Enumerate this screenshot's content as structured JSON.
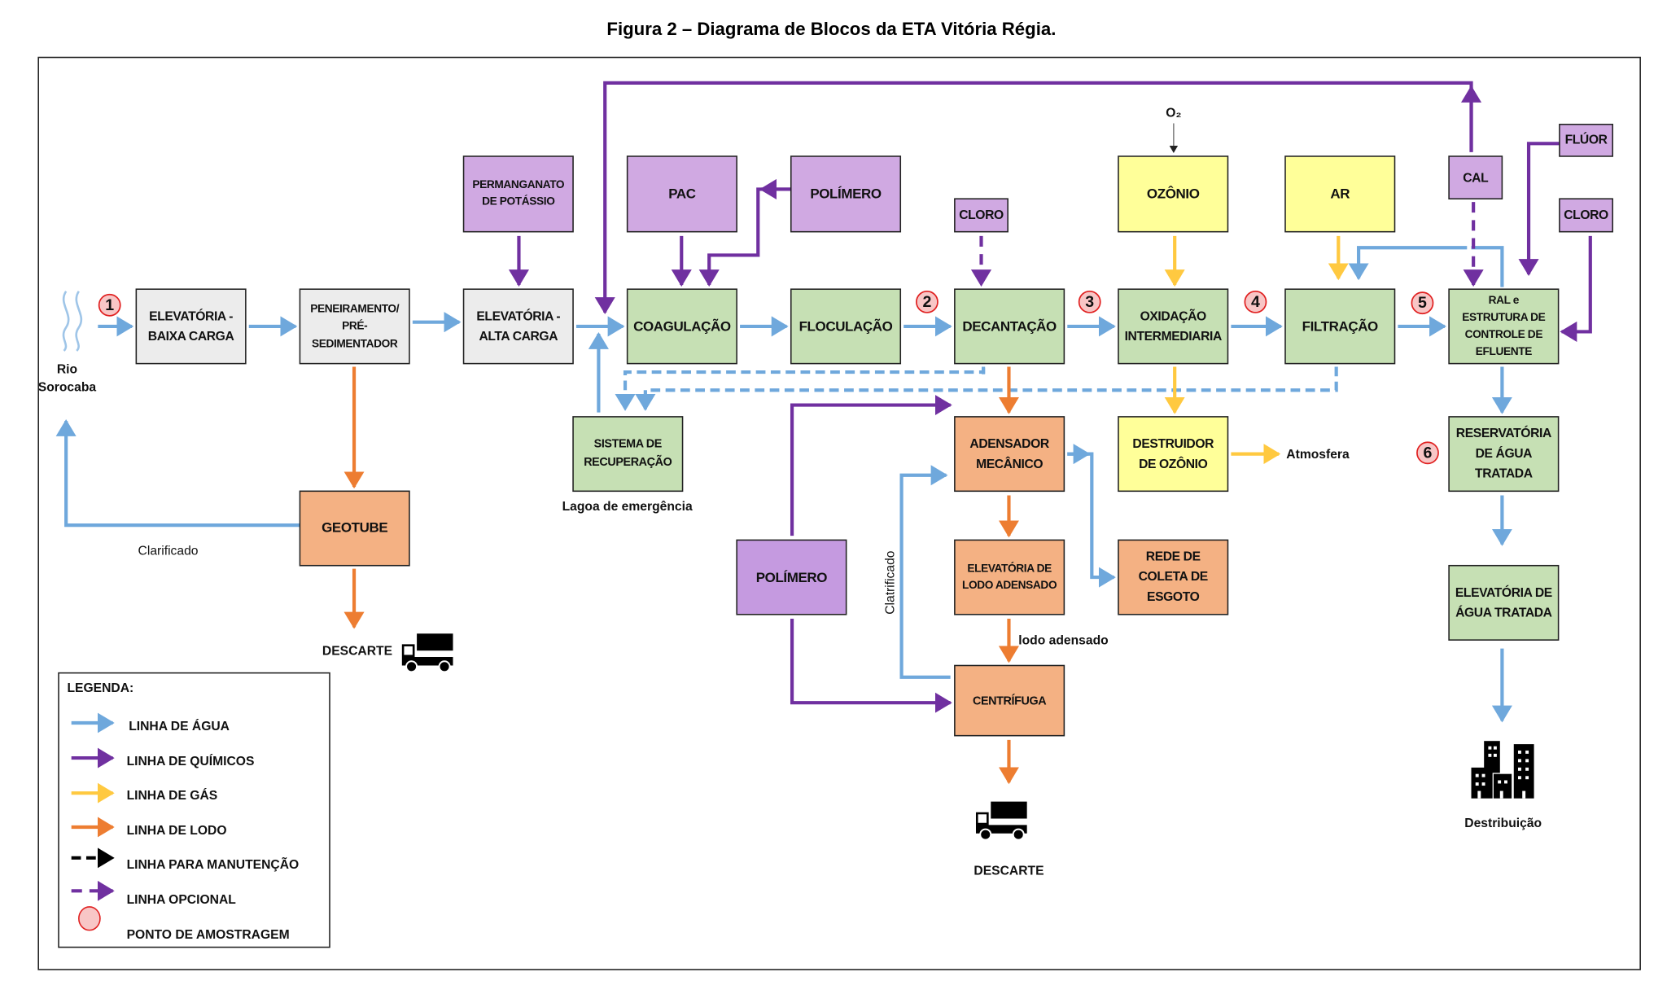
{
  "figure": {
    "title": "Figura 2 – Diagrama de Blocos da ETA Vitória Régia."
  },
  "colors": {
    "water_line": "#6fa8dc",
    "chemical_line": "#7030a0",
    "gas_line": "#ffc940",
    "sludge_line": "#ed7d31",
    "maintenance_line": "#000000",
    "sampling_point_fill": "#f8c6c6",
    "sampling_point_stroke": "#e02020",
    "box_process": "#c6e0b4",
    "box_pumping": "#ececec",
    "box_chemical": "#d0a9e2",
    "box_gas": "#ffff99",
    "box_sludge": "#f4b183"
  },
  "source": {
    "river_label": [
      "Rio",
      "Sorocaba"
    ],
    "river_icon": "water-waves-icon"
  },
  "blocks": {
    "elevatoria_baixa": [
      "ELEVATÓRIA -",
      "BAIXA CARGA"
    ],
    "peneiramento": [
      "PENEIRAMENTO/",
      "PRÉ-",
      "SEDIMENTADOR"
    ],
    "elevatoria_alta": [
      "ELEVATÓRIA -",
      "ALTA CARGA"
    ],
    "permanganato": [
      "PERMANGANATO",
      "DE POTÁSSIO"
    ],
    "pac": "PAC",
    "polimero_top": "POLÍMERO",
    "coagulacao": "COAGULAÇÃO",
    "floculacao": "FLOCULAÇÃO",
    "cloro_decant": "CLORO",
    "decantacao": "DECANTAÇÃO",
    "ozonio": "OZÔNIO",
    "oxidacao": [
      "OXIDAÇÃO",
      "INTERMEDIARIA"
    ],
    "ar": "AR",
    "filtracao": "FILTRAÇÃO",
    "cal": "CAL",
    "fluor": "FLÚOR",
    "cloro_final": "CLORO",
    "ral": [
      "RAL e",
      "ESTRUTURA DE",
      "CONTROLE DE",
      "EFLUENTE"
    ],
    "sistema_recuperacao": [
      "SISTEMA DE",
      "RECUPERAÇÃO"
    ],
    "adensador": [
      "ADENSADOR",
      "MECÂNICO"
    ],
    "destruidor": [
      "DESTRUIDOR",
      "DE OZÔNIO"
    ],
    "reservatorio": [
      "RESERVATÓRIA",
      "DE ÁGUA",
      "TRATADA"
    ],
    "geotube": "GEOTUBE",
    "polimero_bottom": "POLÍMERO",
    "elevatoria_lodo": [
      "ELEVATÓRIA DE",
      "LODO ADENSADO"
    ],
    "rede_coleta": [
      "REDE DE",
      "COLETA DE",
      "ESGOTO"
    ],
    "centrifuga": "CENTRÍFUGA",
    "elevatoria_tratada": [
      "ELEVATÓRIA DE",
      "ÁGUA TRATADA"
    ]
  },
  "annotations": {
    "o2": "O₂",
    "lagoa": "Lagoa de emergência",
    "clarificado_geotube": "Clarificado",
    "clarificado_centrifuga": "Clatrificado",
    "lodo_adensado": "lodo adensado",
    "atmosfera": "Atmosfera",
    "descarte_geotube": "DESCARTE",
    "descarte_centrifuga": "DESCARTE",
    "distribuicao": "Destribuição"
  },
  "sampling_points": [
    "1",
    "2",
    "3",
    "4",
    "5",
    "6"
  ],
  "legend": {
    "title": "LEGENDA:",
    "items": [
      {
        "label": "LINHA DE ÁGUA",
        "style": "water"
      },
      {
        "label": "LINHA DE QUÍMICOS",
        "style": "chemical"
      },
      {
        "label": "LINHA DE GÁS",
        "style": "gas"
      },
      {
        "label": "LINHA DE LODO",
        "style": "sludge"
      },
      {
        "label": "LINHA PARA MANUTENÇÃO",
        "style": "maintenance-dashed"
      },
      {
        "label": "LINHA OPCIONAL",
        "style": "optional-dashed"
      },
      {
        "label": "PONTO DE AMOSTRAGEM",
        "style": "sampling-circle"
      }
    ]
  }
}
